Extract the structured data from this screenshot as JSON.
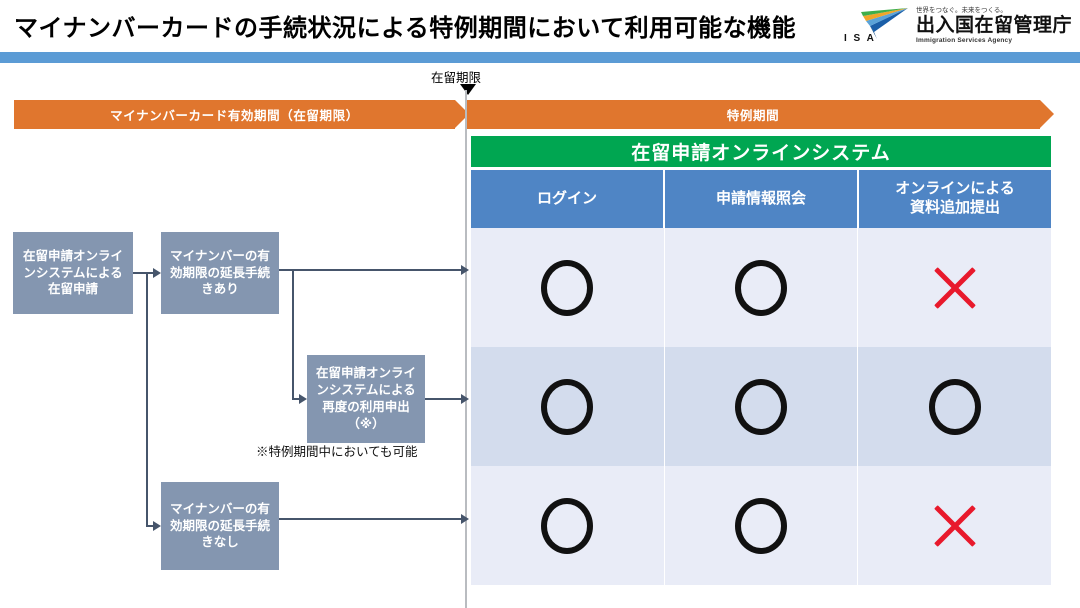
{
  "header": {
    "title": "マイナンバーカードの手続状況による特例期間において利用可能な機能",
    "logo": {
      "isa": "I S A",
      "tagline": "世界をつなぐ。未来をつくる。",
      "name": "出入国在留管理庁",
      "english": "Immigration Services Agency"
    },
    "band_color": "#5b9bd5"
  },
  "timeline": {
    "deadline_label": "在留期限",
    "bands": [
      {
        "label": "マイナンバーカード有効期間（在留期限）",
        "color": "#e0762e"
      },
      {
        "label": "特例期間",
        "color": "#e0762e"
      }
    ],
    "system_bar": {
      "label": "在留申請オンラインシステム",
      "color": "#00a651"
    }
  },
  "table": {
    "header_color": "#4f85c5",
    "columns": [
      "ログイン",
      "申請情報照会",
      "オンラインによる\n資料追加提出"
    ],
    "columns_display": {
      "c0": "ログイン",
      "c1": "申請情報照会",
      "c2_line1": "オンラインによる",
      "c2_line2": "資料追加提出"
    },
    "rows": [
      {
        "bg": "#e9ecf7",
        "cells": [
          "ok",
          "ok",
          "x"
        ]
      },
      {
        "bg": "#d3dced",
        "cells": [
          "ok",
          "ok",
          "ok"
        ]
      },
      {
        "bg": "#e9ecf7",
        "cells": [
          "ok",
          "ok",
          "x"
        ]
      }
    ],
    "marks": {
      "ok": "○",
      "x": "✕",
      "ok_color": "#111111",
      "x_color": "#e8192c"
    }
  },
  "flow": {
    "box_color": "#8496b0",
    "boxes": [
      {
        "id": "box-application",
        "label": "在留申請オンラインシステムによる在留申請"
      },
      {
        "id": "box-extended-yes",
        "label": "マイナンバーの有効期限の延長手続きあり"
      },
      {
        "id": "box-reapply",
        "label": "在留申請オンラインシステムによる再度の利用申出（※）"
      },
      {
        "id": "box-extended-no",
        "label": "マイナンバーの有効期限の延長手続きなし"
      }
    ],
    "note": "※特例期間中においても可能"
  }
}
